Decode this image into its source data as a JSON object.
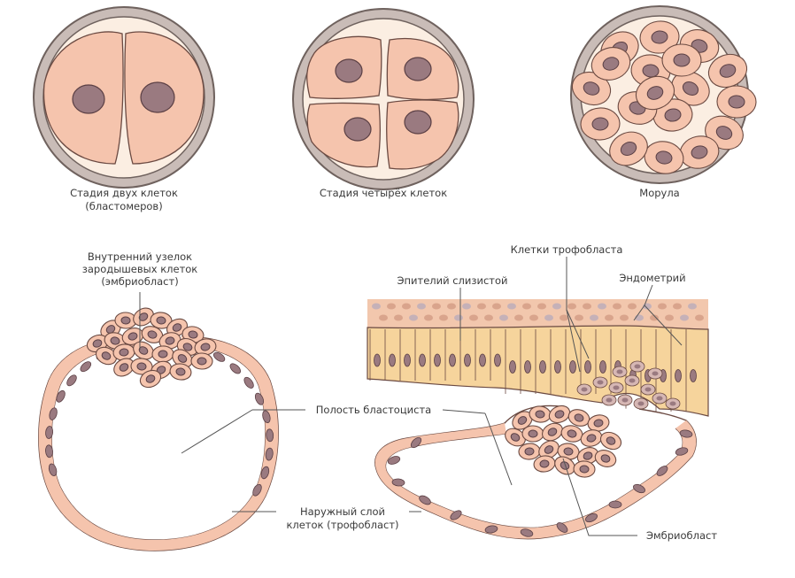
{
  "colors": {
    "membrane": "#9a8a86",
    "membrane_fill": "#c9bcb7",
    "cell": "#f5c4ad",
    "cell_stroke": "#6b4a42",
    "nucleus": "#9a7a80",
    "nucleus_stroke": "#5a3f44",
    "gap": "#fbeee2",
    "endometrium": "#f2c7ad",
    "epithelium": "#f6d49c",
    "leader": "#555555"
  },
  "labels": {
    "two_cell_line1": "Стадия двух клеток",
    "two_cell_line2": "(бластомеров)",
    "four_cell": "Стадия четырёх клеток",
    "morula": "Морула",
    "inner_mass_line1": "Внутренний узелок",
    "inner_mass_line2": "зародышевых клеток",
    "inner_mass_line3": "(эмбриобласт)",
    "cavity": "Полость бластоциста",
    "outer_line1": "Наружный слой",
    "outer_line2": "клеток (трофобласт)",
    "trophoblast_cells": "Клетки трофобласта",
    "epithelium": "Эпителий слизистой",
    "endometrium": "Эндометрий",
    "embryoblast": "Эмбриобласт"
  }
}
